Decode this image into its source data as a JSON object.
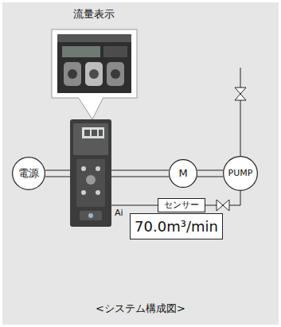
{
  "diagram": {
    "title": "流量表示",
    "caption": "<システム構成図>",
    "nodes": [
      {
        "text": [
          "電源"
        ]
      },
      {
        "text": [
          "M"
        ]
      },
      {
        "text": [
          "PUMP"
        ]
      },
      {
        "text": [
          "センサー"
        ]
      },
      {
        "text": [
          "70.0m³/min"
        ]
      }
    ],
    "edges": [
      {
        "from": 1,
        "to": 2,
        "arrow": "none"
      }
    ],
    "labels": [
      "Ai"
    ]
  }
}
